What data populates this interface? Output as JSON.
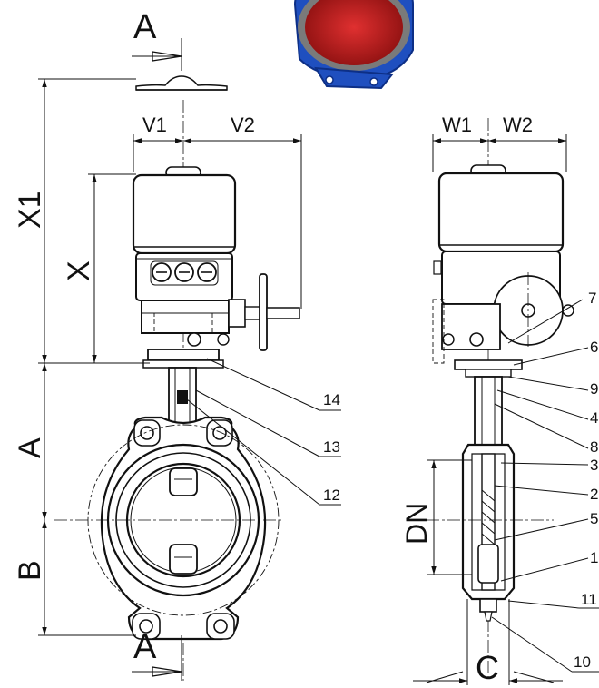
{
  "section_labels": {
    "top": "A",
    "bottom": "A"
  },
  "dimensions": {
    "v1": "V1",
    "v2": "V2",
    "w1": "W1",
    "w2": "W2",
    "x1": "X1",
    "x": "X",
    "a": "A",
    "b": "B",
    "dn": "DN",
    "c": "C"
  },
  "callouts": {
    "front": [
      "14",
      "13",
      "12"
    ],
    "side": [
      "7",
      "6",
      "9",
      "4",
      "8",
      "3",
      "2",
      "5",
      "1",
      "11",
      "10"
    ]
  },
  "colors": {
    "line": "#111111",
    "valve_body": "#1f4fbf",
    "valve_body_dark": "#0d2f86",
    "valve_liner": "#d42222",
    "valve_liner_dark": "#8e1111",
    "valve_ring": "#8a8a8a"
  },
  "icons": {
    "valve_thumbnail": "butterfly-valve-3d-icon"
  }
}
